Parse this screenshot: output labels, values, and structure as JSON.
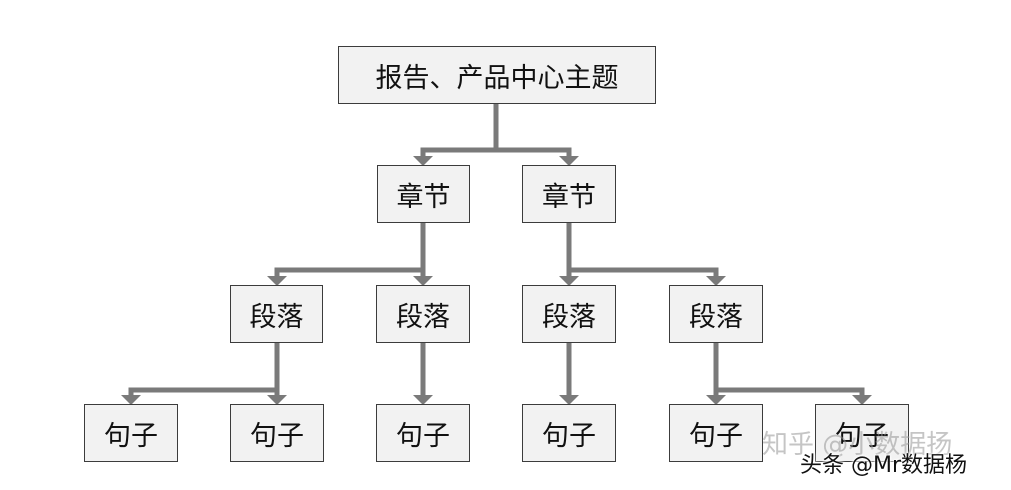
{
  "diagram": {
    "root": "报告、产品中心主题",
    "chapters": [
      "章节",
      "章节"
    ],
    "paragraphs": [
      "段落",
      "段落",
      "段落",
      "段落"
    ],
    "sentences": [
      "句子",
      "句子",
      "句子",
      "句子",
      "句子",
      "句子"
    ],
    "colors": {
      "line": "#7a7a7a",
      "node_fill": "#f2f2f2",
      "node_border": "#3c3c3c"
    }
  },
  "watermark": {
    "zhihu": "知乎 @小数据扬",
    "toutiao": "头条 @Mr数据杨"
  }
}
